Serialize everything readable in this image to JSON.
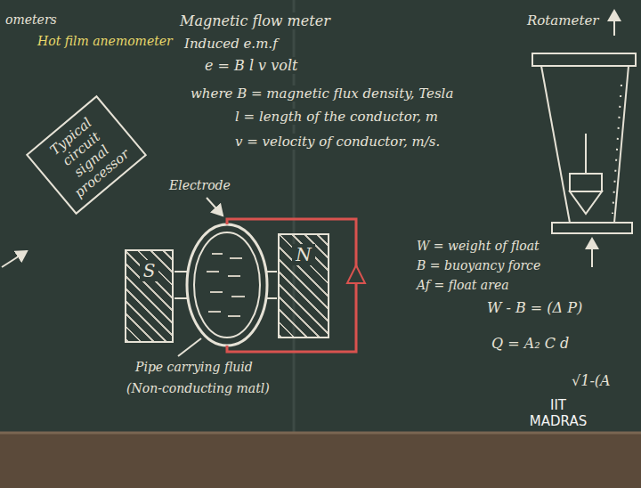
{
  "diagram": {
    "nodes": [
      {
        "text": [
          "Typical circuit signal processor"
        ]
      },
      {
        "text": [
          "S"
        ]
      },
      {
        "text": [
          "N"
        ]
      }
    ],
    "labels": [
      "ometers",
      "Hot film anemometer",
      "Magnetic flow meter",
      "Induced e.m.f",
      "e = B l v  volt",
      "where B = magnetic flux density, Tesla",
      "l = length of the conductor, m",
      "v = velocity of conductor, m/s.",
      "Electrode",
      "Pipe carrying fluid",
      "(Non-conducting matl)",
      "Rotameter",
      "W = weight of float",
      "B = buoyancy force",
      "Af = float area",
      "W - B = (Δ P)",
      "Q = A₂ C d",
      "√1-(A",
      "IIT MADRAS"
    ]
  }
}
